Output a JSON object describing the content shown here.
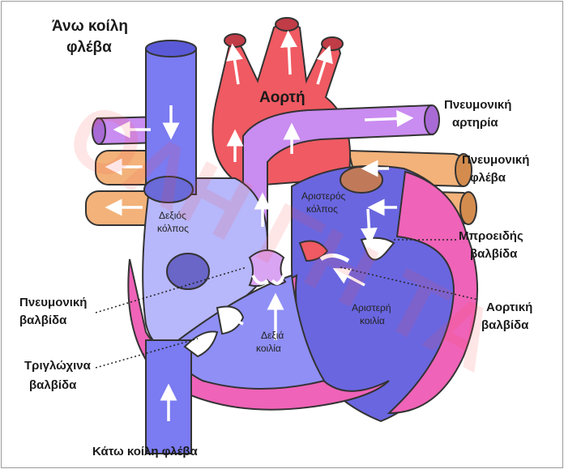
{
  "labels": {
    "svc_line1": "Άνω κοίλη",
    "svc_line2": "φλέβα",
    "aorta": "Αορτή",
    "pulm_artery_line1": "Πνευμονική",
    "pulm_artery_line2": "αρτηρία",
    "pulm_vein_line1": "Πνευμονική",
    "pulm_vein_line2": "φλέβα",
    "mitral_line1": "Μπροειδής",
    "mitral_line2": "βαλβίδα",
    "aortic_valve_line1": "Αορτική",
    "aortic_valve_line2": "βαλβίδα",
    "pulm_valve_line1": "Πνευμονική",
    "pulm_valve_line2": "βαλβίδα",
    "tricuspid_line1": "Τριγλώχινα",
    "tricuspid_line2": "βαλβίδα",
    "ivc": "Κάτω κοίλη φλέβα",
    "right_atrium_line1": "Δεξιός",
    "right_atrium_line2": "κόλπος",
    "left_atrium_line1": "Αριστερός",
    "left_atrium_line2": "κόλπος",
    "left_ventricle_line1": "Αριστερή",
    "left_ventricle_line2": "κοιλία",
    "right_ventricle_line1": "Δεξιά",
    "right_ventricle_line2": "κοιλία"
  },
  "watermark": "ΟΛΗ ΓΗ ΤΑ",
  "colors": {
    "vena_cava": "#7b7bf2",
    "right_heart": "#8f8ff6",
    "right_heart_light": "#b7b7fb",
    "aorta": "#f05a62",
    "pulmonary_artery": "#c98cf0",
    "pulmonary_vein": "#f2b27a",
    "left_heart": "#6a66e0",
    "wall": "#ef63b8",
    "valve": "#ffffff"
  }
}
